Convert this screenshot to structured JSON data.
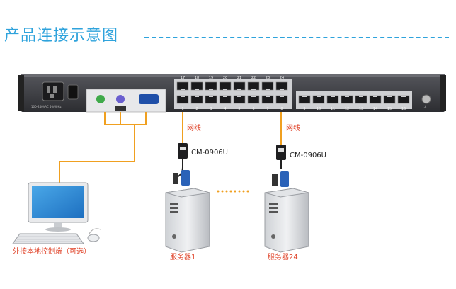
{
  "header": {
    "title": "产品连接示意图"
  },
  "device": {
    "top_port_numbers": [
      "17",
      "18",
      "19",
      "20",
      "21",
      "22",
      "23",
      "24"
    ],
    "bottom_left_port_numbers": [
      "1",
      "2",
      "3",
      "4",
      "5",
      "6",
      "7",
      "8"
    ],
    "bottom_right_port_numbers": [
      "9",
      "10",
      "11",
      "12",
      "13",
      "14",
      "15",
      "16"
    ],
    "power_text": "100-240VAC 50/60Hz"
  },
  "connections": {
    "cable_label_a": "网线",
    "cable_label_b": "网线",
    "adapter_a": "CM-0906U",
    "adapter_b": "CM-0906U"
  },
  "console": {
    "label": "外接本地控制端（可选）"
  },
  "servers": [
    {
      "label": "服务器1"
    },
    {
      "label": "服务器24"
    }
  ],
  "colors": {
    "title": "#2fa3dc",
    "cable_orange": "#f0a020",
    "label_red": "#e0442a",
    "device_body": "#3a3b40"
  }
}
